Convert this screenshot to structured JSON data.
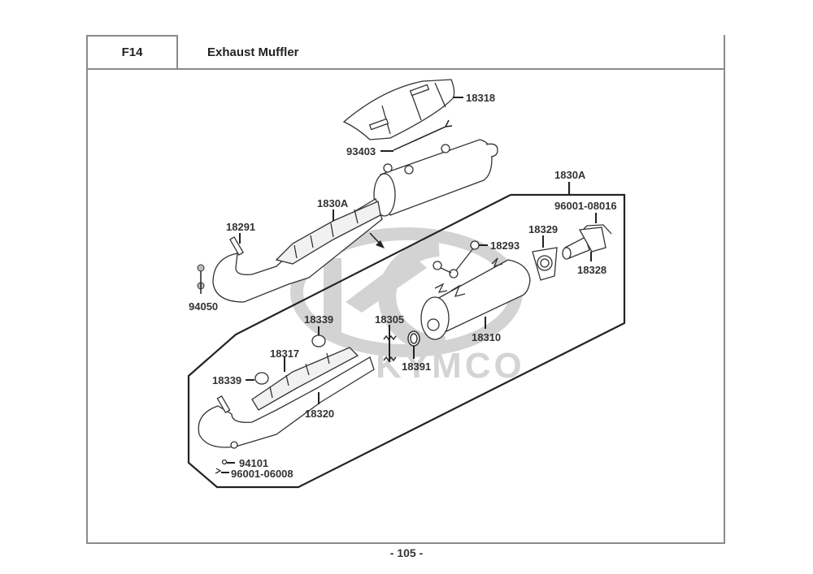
{
  "header": {
    "section_code": "F14",
    "title": "Exhaust Muffler"
  },
  "watermark": {
    "brand": "KYMCO",
    "color": "#cccccc"
  },
  "callouts": [
    {
      "id": "c-18318",
      "label": "18318"
    },
    {
      "id": "c-93403",
      "label": "93403"
    },
    {
      "id": "c-1830A-main",
      "label": "1830A"
    },
    {
      "id": "c-18291",
      "label": "18291"
    },
    {
      "id": "c-94050",
      "label": "94050"
    },
    {
      "id": "c-1830A-inset",
      "label": "1830A"
    },
    {
      "id": "c-96001-08016",
      "label": "96001-08016"
    },
    {
      "id": "c-18329",
      "label": "18329"
    },
    {
      "id": "c-18293",
      "label": "18293"
    },
    {
      "id": "c-18328",
      "label": "18328"
    },
    {
      "id": "c-18339-a",
      "label": "18339"
    },
    {
      "id": "c-18305",
      "label": "18305"
    },
    {
      "id": "c-18310",
      "label": "18310"
    },
    {
      "id": "c-18317",
      "label": "18317"
    },
    {
      "id": "c-18391",
      "label": "18391"
    },
    {
      "id": "c-18339-b",
      "label": "18339"
    },
    {
      "id": "c-18320",
      "label": "18320"
    },
    {
      "id": "c-94101",
      "label": "94101"
    },
    {
      "id": "c-96001-06008",
      "label": "96001-06008"
    }
  ],
  "footer": {
    "page_number": "- 105 -"
  }
}
